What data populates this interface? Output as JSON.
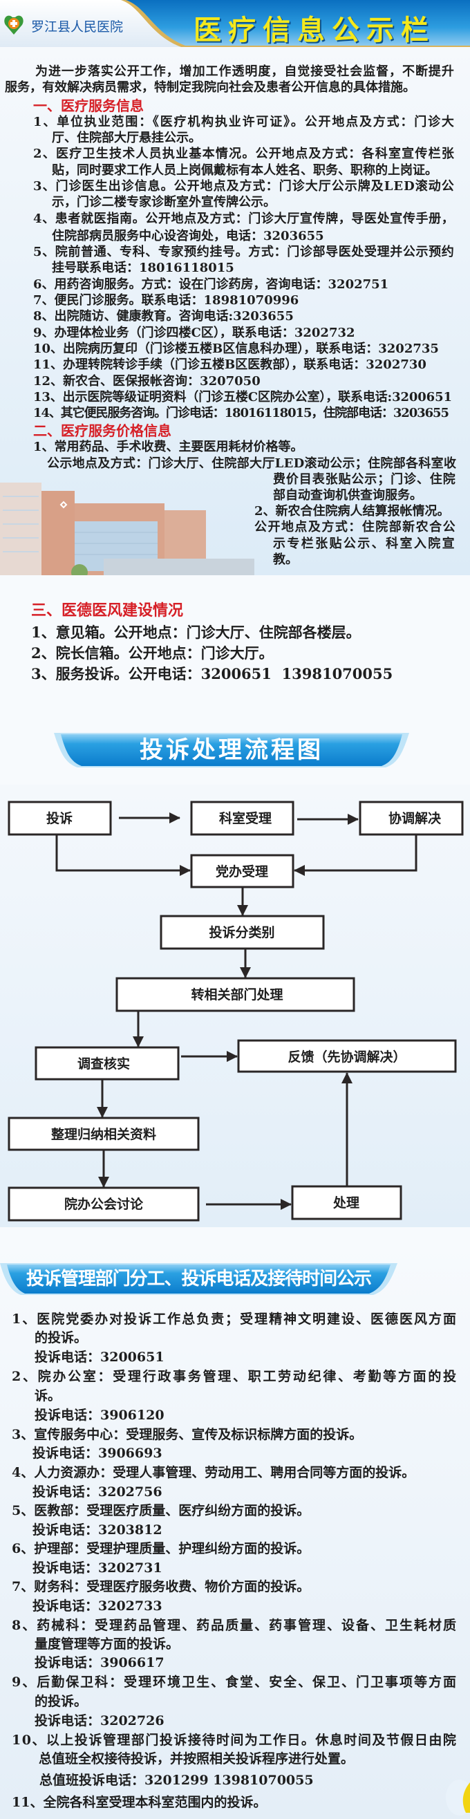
{
  "header": {
    "hospital": "罗江县人民医院",
    "title": "医疗信息公示栏"
  },
  "intro": [
    "为进一步落实公开工作，增加工作透明度，自觉接受社会监督，不断提升",
    "服务，有效解决病员需求，特制定我院向社会及患者公开信息的具体措施。"
  ],
  "s1": {
    "heading": "一、医疗服务信息",
    "items": [
      [
        "1、单位执业范围：《医疗机构执业许可证》。公开地点及方式：门诊大",
        "厅、住院部大厅悬挂公示。"
      ],
      [
        "2、医疗卫生技术人员执业基本情况。公开地点及方式：各科室宣传栏张",
        "贴，同时要求工作人员上岗佩戴标有本人姓名、职务、职称的上岗证。"
      ],
      [
        "3、门诊医生出诊信息。公开地点及方式：门诊大厅公示牌及LED滚动公",
        "示，门诊二楼专家诊断室外宣传牌公示。"
      ],
      [
        "4、患者就医指南。公开地点及方式：门诊大厅宣传牌，导医处宣传手册，",
        "住院部病员服务中心设咨询处，电话：3203655"
      ],
      [
        "5、院前普通、专科、专家预约挂号。方式：门诊部导医处受理并公示预约",
        "挂号联系电话：18016118015"
      ],
      [
        "6、用药咨询服务。方式：设在门诊药房，咨询电话：3202751"
      ],
      [
        "7、便民门诊服务。联系电话：18981070996"
      ],
      [
        "8、出院随访、健康教育。咨询电话:3203655"
      ],
      [
        "9、办理体检业务（门诊四楼C区），联系电话：3202732"
      ],
      [
        "10、出院病历复印（门诊楼五楼B区信息科办理），联系电话：3202735"
      ],
      [
        "11、办理转院转诊手续（门诊五楼B区医教部），联系电话：3202730"
      ],
      [
        "12、新农合、医保报帐咨询：3207050"
      ],
      [
        "13、出示医院等级证明资料（门诊五楼C区院办公室），联系电话:3200651"
      ],
      [
        "14、其它便民服务咨询。门诊电话：18016118015，住院部电话：3203655"
      ]
    ]
  },
  "s2": {
    "heading": "二、医疗服务价格信息",
    "item1": [
      "1、常用药品、手术收费、主要医用耗材价格等。",
      "公示地点及方式：门诊大厅、住院部大厅LED滚动公示；住院部各科室收",
      "费价目表张贴公示；门诊、住院",
      "部自动查询机供查询服务。"
    ],
    "item2": [
      "2、新农合住院病人结算报帐情况。",
      "公开地点及方式：住院部新农合公",
      "示专栏张贴公示、科室入院宣",
      "教。"
    ]
  },
  "s3": {
    "heading": "三、医德医风建设情况",
    "items": [
      "1、意见箱。公开地点：门诊大厅、住院部各楼层。",
      "2、院长信箱。公开地点：门诊大厅。",
      "3、服务投诉。公开电话：3200651  13981070055"
    ]
  },
  "flow": {
    "title": "投诉处理流程图",
    "nodes": {
      "complaint": "投诉",
      "dept": "科室受理",
      "coordinate": "协调解决",
      "party": "党办受理",
      "classify": "投诉分类别",
      "transfer": "转相关部门处理",
      "investigate": "调查核实",
      "feedback": "反馈（先协调解决）",
      "organize": "整理归纳相关资料",
      "meeting": "院办公会讨论",
      "handle": "处理"
    }
  },
  "s4": {
    "title": "投诉管理部门分工、投诉电话及接待时间公示",
    "items": [
      [
        "1、医院党委办对投诉工作总负责；受理精神文明建设、医德医风方面",
        "的投诉。",
        "投诉电话：3200651"
      ],
      [
        "2、院办公室：受理行政事务管理、职工劳动纪律、考勤等方面的投",
        "诉。",
        "投诉电话：3906120"
      ],
      [
        "3、宣传服务中心：受理服务、宣传及标识标牌方面的投诉。",
        "投诉电话：3906693"
      ],
      [
        "4、人力资源办：受理人事管理、劳动用工、聘用合同等方面的投诉。",
        "投诉电话：3202756"
      ],
      [
        "5、医教部：受理医疗质量、医疗纠纷方面的投诉。",
        "投诉电话：3203812"
      ],
      [
        "6、护理部：受理护理质量、护理纠纷方面的投诉。",
        "投诉电话：3202731"
      ],
      [
        "7、财务科：受理医疗服务收费、物价方面的投诉。",
        "投诉电话：3202733"
      ],
      [
        "8、药械科：受理药品管理、药品质量、药事管理、设备、卫生耗材质",
        "量度管理等方面的投诉。",
        "投诉电话：3906617"
      ],
      [
        "9、后勤保卫科：受理环境卫生、食堂、安全、保卫、门卫事项等方面",
        "的投诉。",
        "投诉电话：3202726"
      ],
      [
        "10、以上投诉管理部门投诉接待时间为工作日。休息时间及节假日由院",
        "总值班全权接待投诉，并按照相关投诉程序进行处置。",
        "总值班投诉电话：3201299 13981070055"
      ],
      [
        "11、全院各科室受理本科室范围内的投诉。"
      ]
    ]
  },
  "colors": {
    "red": "#d61f26",
    "blue": "#1a8fd6",
    "yellow": "#f4e81c"
  }
}
